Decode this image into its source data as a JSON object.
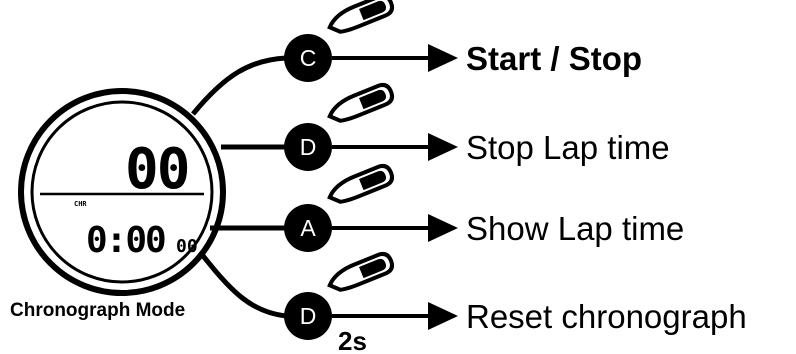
{
  "watch": {
    "mode_label": "Chronograph Mode",
    "top_digits": "00",
    "bottom_main": "0:00",
    "bottom_small": "00",
    "small_indicator": "CHR"
  },
  "buttons": [
    {
      "letter": "C",
      "action": "Start / Stop",
      "emphasis": "bold"
    },
    {
      "letter": "D",
      "action": "Stop Lap time",
      "emphasis": "normal"
    },
    {
      "letter": "A",
      "action": "Show Lap time",
      "emphasis": "normal"
    },
    {
      "letter": "D",
      "action": "Reset chronograph",
      "emphasis": "normal",
      "hold": "2s"
    }
  ]
}
